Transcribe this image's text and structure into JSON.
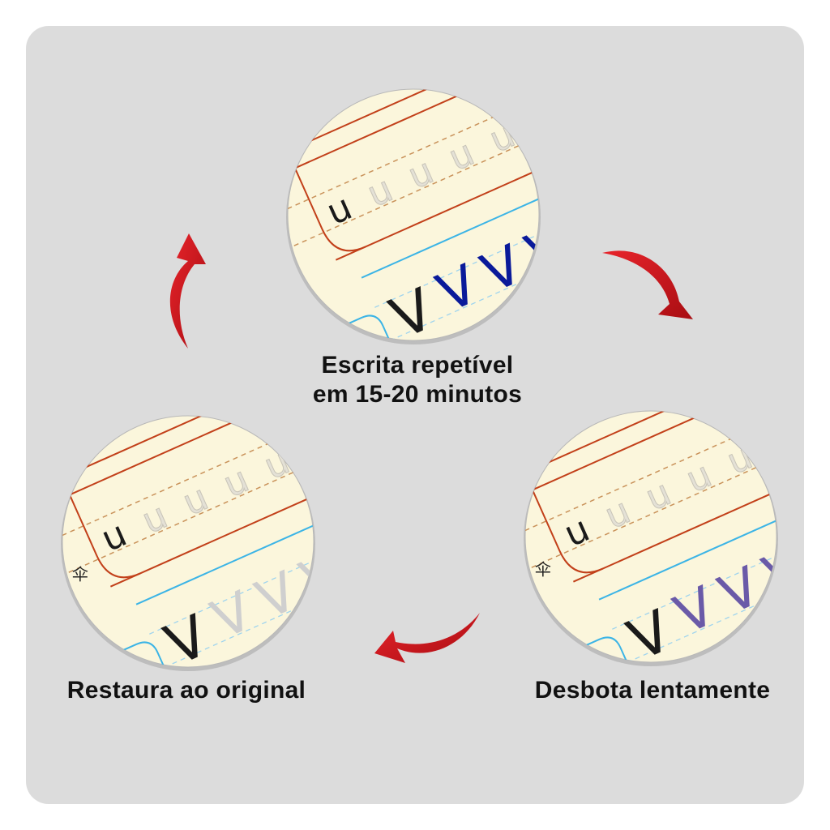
{
  "steps": [
    {
      "label_line1": "Escrita repetível",
      "label_line2": "em 15-20 minutos",
      "v_color": "#0a1a9a"
    },
    {
      "label": "Desbota lentamente",
      "v_color": "#6a5aa8"
    },
    {
      "label": "Restaura ao original",
      "v_color": "#cfcfcf"
    }
  ],
  "sheet": {
    "guide_letter": "u",
    "practice_letter": "V",
    "side_glyph": "伞"
  },
  "colors": {
    "panel": "#dcdcdc",
    "paper": "#fbf6dc",
    "red_line": "#c2401a",
    "blue_line": "#3bb4e6",
    "arrow": "#d0131a"
  }
}
